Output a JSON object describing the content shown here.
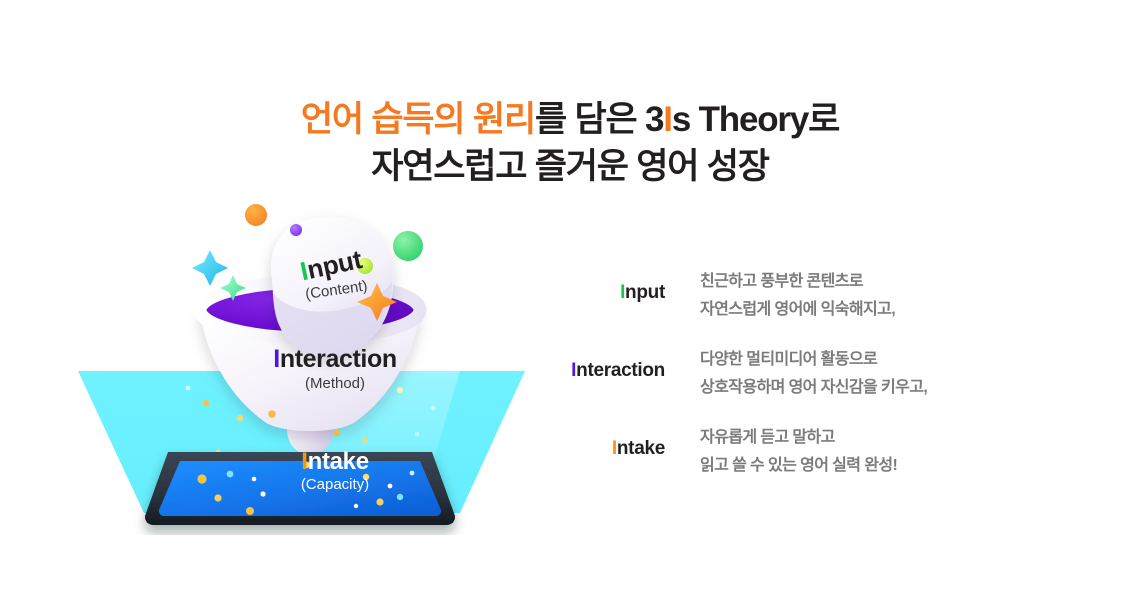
{
  "heading": {
    "line1_accent": "언어 습득의 원리",
    "line1_rest": "를 담은 3",
    "line1_i": "I",
    "line1_tail": "s Theory로",
    "line2": "자연스럽고 즐거운 영어 성장"
  },
  "illustration": {
    "input": {
      "i": "I",
      "word": "nput",
      "sub": "(Content)"
    },
    "interaction": {
      "i": "I",
      "word": "nteraction",
      "sub": "(Method)"
    },
    "intake": {
      "i": "I",
      "word": "ntake",
      "sub": "(Capacity)"
    }
  },
  "features": [
    {
      "i": "I",
      "term": "nput",
      "desc_line1": "친근하고 풍부한 콘텐츠로",
      "desc_line2": "자연스럽게 영어에 익숙해지고,",
      "accent": "#16c74e"
    },
    {
      "i": "I",
      "term": "nteraction",
      "desc_line1": "다양한 멀티미디어 활동으로",
      "desc_line2": "상호작용하며 영어 자신감을 키우고,",
      "accent": "#4b17e8"
    },
    {
      "i": "I",
      "term": "ntake",
      "desc_line1": "자유롭게 듣고 말하고",
      "desc_line2": "읽고 쓸 수 있는 영어 실력 완성!",
      "accent": "#f89512"
    }
  ],
  "colors": {
    "orange": "#f47920",
    "dark": "#231f20",
    "gray_text": "#7b7b7b",
    "beam_cyan": "#66efff",
    "funnel_purple": "#6a0dd0",
    "tablet_blue": "#1477ec",
    "tablet_frame": "#2b3440"
  }
}
